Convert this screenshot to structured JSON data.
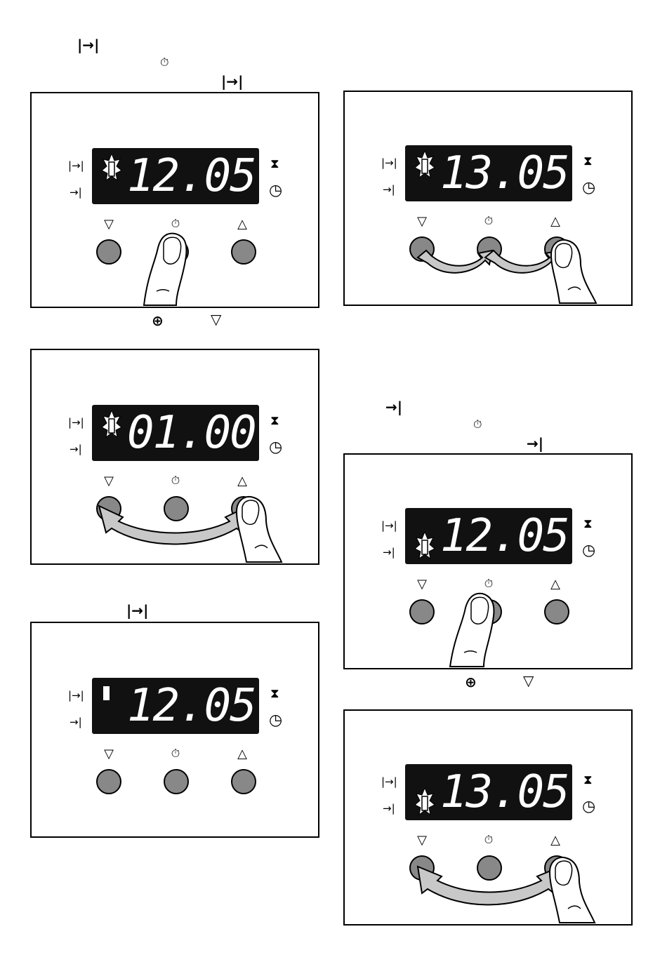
{
  "left_column": {
    "symbol_end_time": "|→|",
    "symbol_clock": "⏱",
    "symbol_end_time_2": "|→|",
    "below_panel1_up": "⊕",
    "below_panel1_down": "▽",
    "symbol_end_time_3": "|→|"
  },
  "right_column": {
    "symbol_duration": "→|",
    "symbol_clock": "⏱",
    "symbol_duration_2": "→|",
    "below_panel5_up": "⊕",
    "below_panel5_down": "▽"
  },
  "panel_labels": {
    "end_time": "|→|",
    "duration": "→|",
    "timer": "⧗",
    "clock": "◷",
    "btn_down": "▽",
    "btn_clock": "⏱",
    "btn_up": "△"
  },
  "displays": {
    "panel1": "12.05",
    "panel2": "01.00",
    "panel3": "12.05",
    "panel4": "13.05",
    "panel5": "12.05",
    "panel6": "13.05"
  }
}
